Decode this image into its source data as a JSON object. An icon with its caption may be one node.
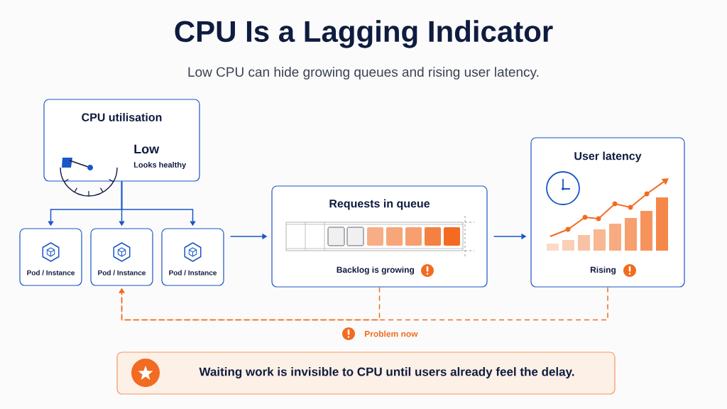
{
  "diagram": {
    "title": "CPU Is a Lagging Indicator",
    "caption": "Low CPU can hide growing queues and rising user latency.",
    "nodes": [
      {
        "text": [
          "CPU utilisation",
          "Low",
          "Looks healthy"
        ]
      },
      {
        "text": [
          "Pod / Instance"
        ]
      },
      {
        "text": [
          "Pod / Instance"
        ]
      },
      {
        "text": [
          "Pod / Instance"
        ]
      },
      {
        "text": [
          "Requests in queue",
          "Backlog is growing"
        ]
      },
      {
        "text": [
          "User latency",
          "Rising"
        ]
      },
      {
        "text": [
          "Waiting work is invisible to CPU until users already feel the delay."
        ]
      }
    ],
    "edges": [
      {
        "from": 0,
        "to": 1,
        "arrow": "to"
      },
      {
        "from": 0,
        "to": 2,
        "arrow": "to"
      },
      {
        "from": 0,
        "to": 3,
        "arrow": "to"
      },
      {
        "from": 3,
        "to": 4,
        "arrow": "to"
      },
      {
        "from": 4,
        "to": 5,
        "arrow": "to"
      },
      {
        "from": 4,
        "to": 2,
        "arrow": "to",
        "style": "dashed",
        "color": "#f26b21"
      },
      {
        "from": 5,
        "to": 2,
        "arrow": "to",
        "style": "dashed",
        "color": "#f26b21"
      }
    ],
    "labels": [
      "Problem now"
    ]
  }
}
